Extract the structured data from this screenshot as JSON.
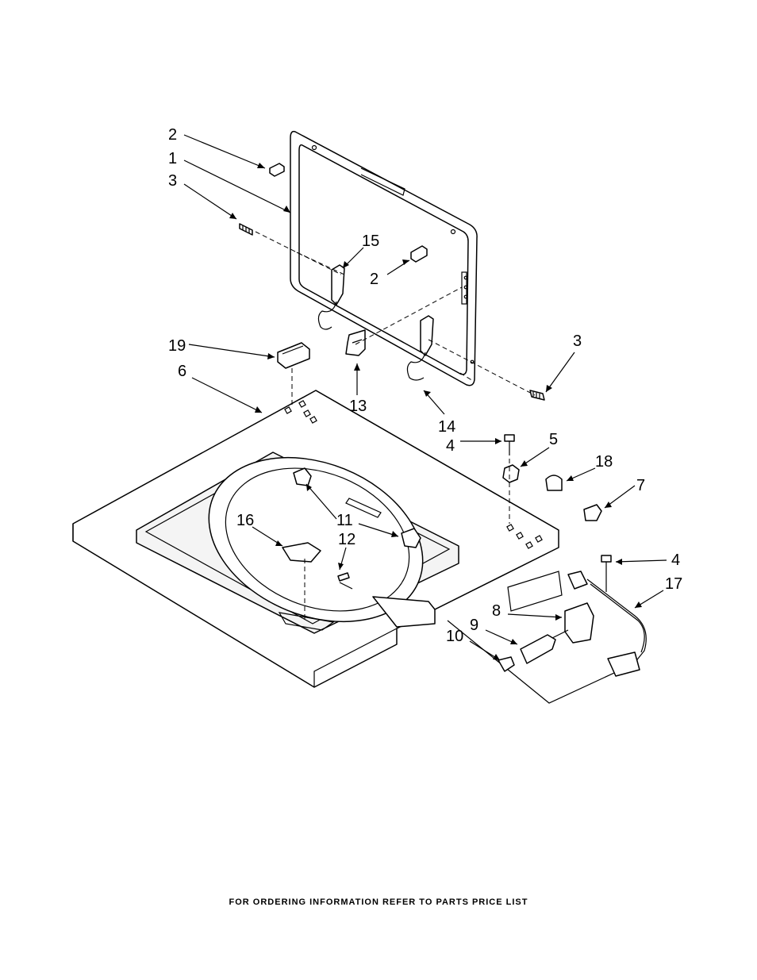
{
  "diagram": {
    "callouts": {
      "c2a": "2",
      "c1": "1",
      "c3a": "3",
      "c15": "15",
      "c2b": "2",
      "c19": "19",
      "c6": "6",
      "c13": "13",
      "c3b": "3",
      "c14": "14",
      "c4a": "4",
      "c5": "5",
      "c18": "18",
      "c7": "7",
      "c11": "11",
      "c16": "16",
      "c12": "12",
      "c4b": "4",
      "c17": "17",
      "c8": "8",
      "c9": "9",
      "c10": "10"
    }
  },
  "footer": {
    "text": "FOR ORDERING INFORMATION REFER TO PARTS PRICE LIST"
  }
}
